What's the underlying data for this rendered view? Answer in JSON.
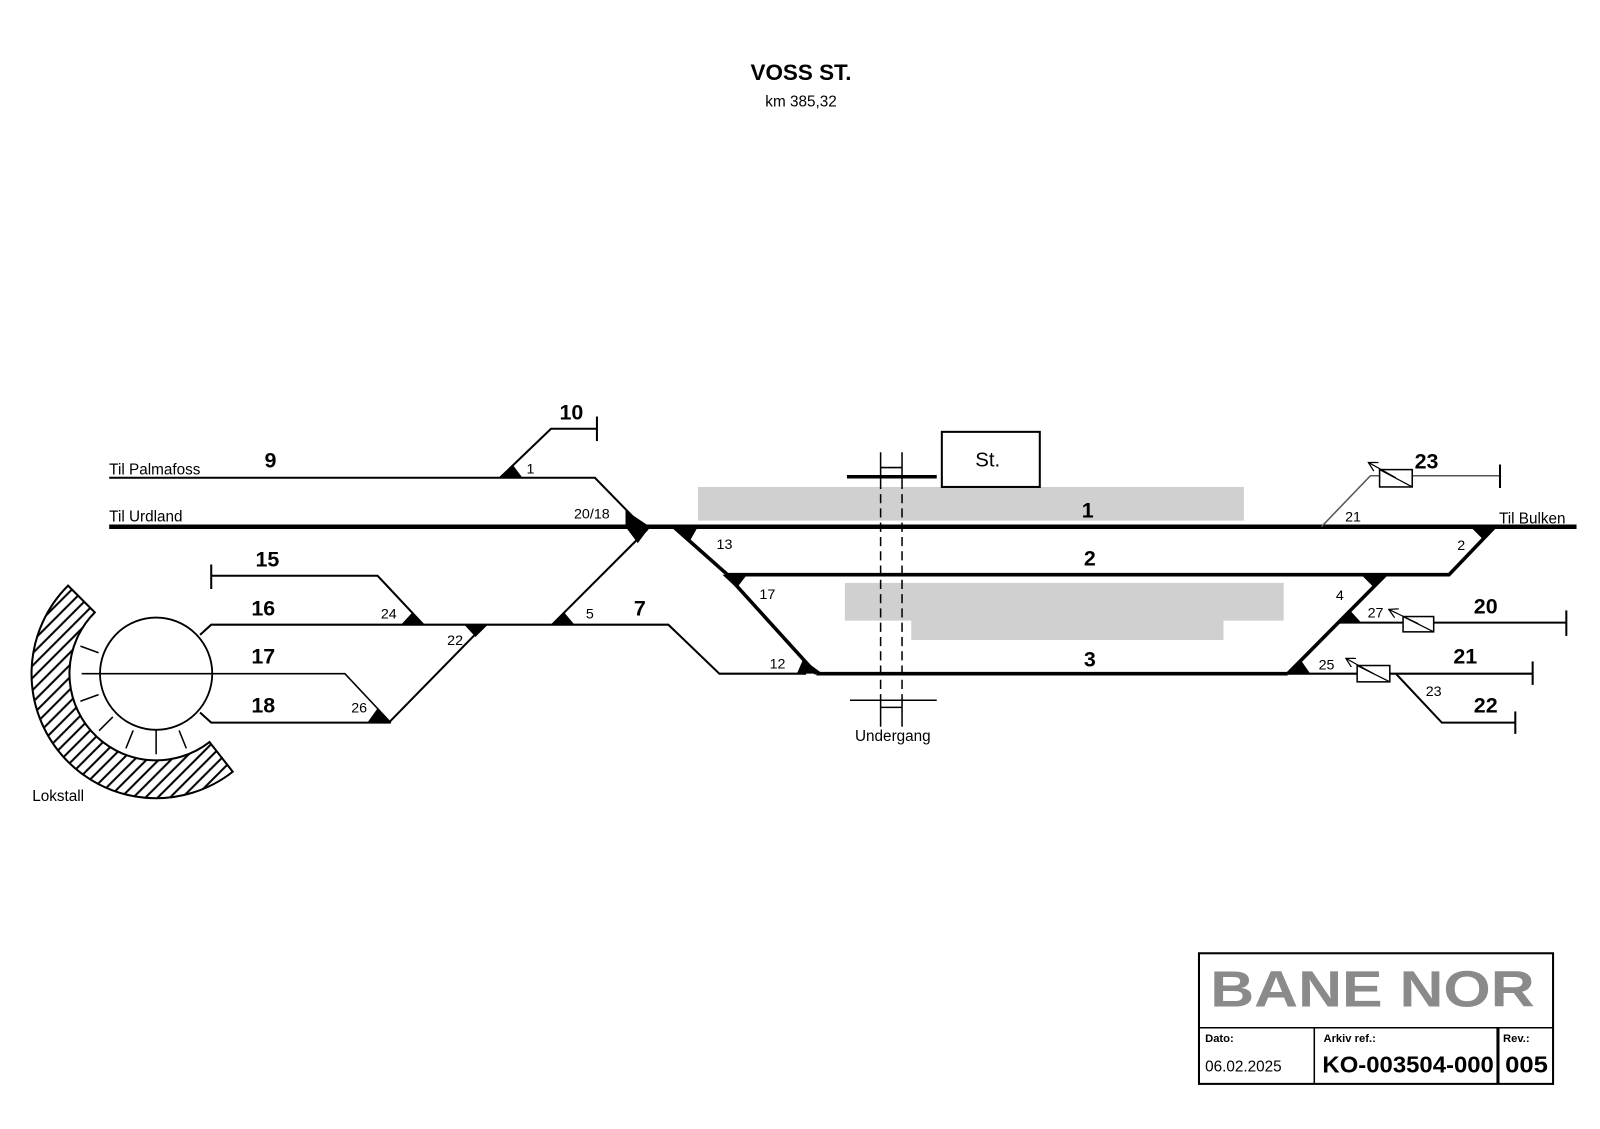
{
  "title": "VOSS ST.",
  "subtitle": "km 385,32",
  "direction_labels": {
    "palmafoss": "Til Palmafoss",
    "urdland": "Til Urdland",
    "bulken": "Til Bulken"
  },
  "track_labels": {
    "t1": "1",
    "t2": "2",
    "t3": "3",
    "t7": "7",
    "t9": "9",
    "t10": "10",
    "t15": "15",
    "t16": "16",
    "t17": "17",
    "t18": "18",
    "t20": "20",
    "t21": "21",
    "t22": "22",
    "t23": "23"
  },
  "switch_labels": {
    "s1": "1",
    "s2": "2",
    "s4": "4",
    "s5": "5",
    "s12": "12",
    "s13": "13",
    "s17": "17",
    "s20_18": "20/18",
    "s21": "21",
    "s22": "22",
    "s23": "23",
    "s24": "24",
    "s25": "25",
    "s26": "26",
    "s27": "27"
  },
  "station_building": "St.",
  "underpass": "Undergang",
  "engine_shed": "Lokstall",
  "title_block": {
    "logo": "BANE NOR",
    "date_label": "Dato:",
    "date": "06.02.2025",
    "archive_label": "Arkiv ref.:",
    "archive": "KO-003504-000",
    "rev_label": "Rev.:",
    "rev": "005"
  },
  "colors": {
    "track": "#000000",
    "platform": "#d0d0d0",
    "logo": "#8a8a8a"
  }
}
